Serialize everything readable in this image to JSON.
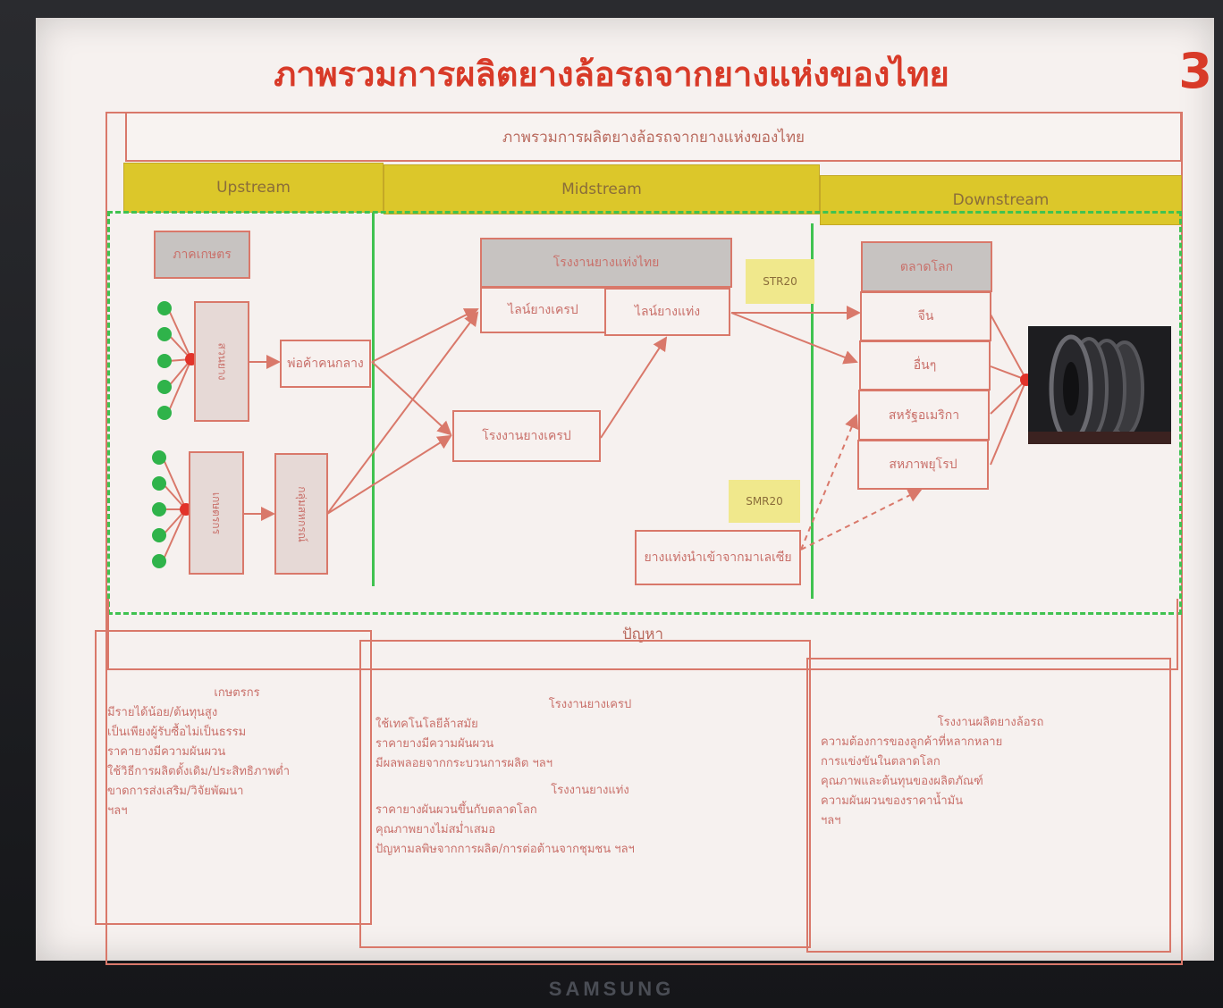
{
  "slide": {
    "title": "ภาพรวมการผลิตยางล้อรถจากยางแห่งของไทย",
    "page_number": "3",
    "table_header": "ภาพรวมการผลิตยางล้อรถจากยางแห่งของไทย",
    "columns": [
      "Upstream",
      "Midstream",
      "Downstream"
    ]
  },
  "upstream": {
    "box_top": "ภาคเกษตร",
    "box_a": "สวนยาง",
    "box_b": "เกษตรกร",
    "box_c": "พ่อค้าคนกลาง",
    "box_d": "กลุ่มสหกรณ์"
  },
  "midstream": {
    "factory_header": "โรงงานยางแท่งไทย",
    "crepe_line": "ไลน์ยางเครป",
    "block_line": "ไลน์ยางแท่ง",
    "crepe_factory": "โรงงานยางเครป",
    "str20": "STR20",
    "smr20": "SMR20",
    "import_box": "ยางแท่งนำเข้าจากมาเลเซีย"
  },
  "downstream": {
    "world_market": "ตลาดโลก",
    "markets": [
      "จีน",
      "อื่นๆ",
      "สหรัฐอเมริกา",
      "สหภาพยุโรป"
    ],
    "image": "tire-stack-photo"
  },
  "problems": {
    "header": "ปัญหา",
    "upstream": {
      "title": "เกษตรกร",
      "items": [
        "มีรายได้น้อย/ต้นทุนสูง",
        "เป็นเพียงผู้รับซื้อไม่เป็นธรรม",
        "ราคายางมีความผันผวน",
        "ใช้วิธีการผลิตดั้งเดิม/ประสิทธิภาพต่ำ",
        "ขาดการส่งเสริม/วิจัยพัฒนา",
        "ฯลฯ"
      ]
    },
    "midstream": {
      "title_a": "โรงงานยางเครป",
      "items_a": [
        "ใช้เทคโนโลยีล้าสมัย",
        "ราคายางมีความผันผวน",
        "มีผลพลอยจากกระบวนการผลิต ฯลฯ"
      ],
      "title_b": "โรงงานยางแท่ง",
      "items_b": [
        "ราคายางผันผวนขึ้นกับตลาดโลก",
        "คุณภาพยางไม่สม่ำเสมอ",
        "ปัญหามลพิษจากการผลิต/การต่อต้านจากชุมชน ฯลฯ"
      ]
    },
    "downstream": {
      "title": "โรงงานผลิตยางล้อรถ",
      "items": [
        "ความต้องการของลูกค้าที่หลากหลาย",
        "การแข่งขันในตลาดโลก",
        "คุณภาพและต้นทุนของผลิตภัณฑ์",
        "ความผันผวนของราคาน้ำมัน",
        "ฯลฯ"
      ]
    }
  },
  "monitor": {
    "brand": "SAMSUNG"
  },
  "colors": {
    "title_red": "#d83a28",
    "header_yellow": "#dcc72a",
    "zone_green": "#40c250",
    "line_red": "#d9786a"
  }
}
